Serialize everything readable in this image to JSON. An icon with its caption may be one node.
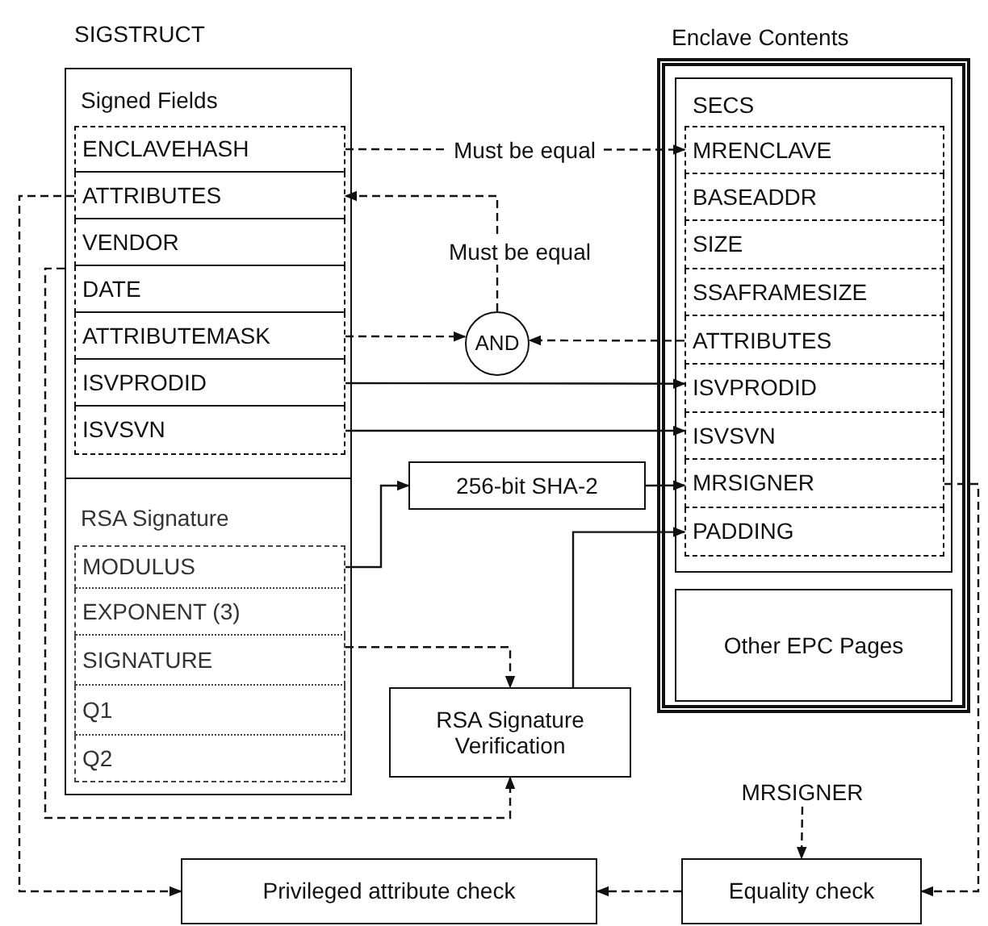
{
  "diagram": {
    "nodes": [
      {
        "text": [
          "SIGSTRUCT"
        ]
      },
      {
        "text": [
          "Signed Fields"
        ],
        "in": 0
      },
      {
        "text": [
          "ENCLAVEHASH"
        ],
        "in": 1
      },
      {
        "text": [
          "ATTRIBUTES"
        ],
        "in": 1
      },
      {
        "text": [
          "VENDOR"
        ],
        "in": 1
      },
      {
        "text": [
          "DATE"
        ],
        "in": 1
      },
      {
        "text": [
          "ATTRIBUTEMASK"
        ],
        "in": 1
      },
      {
        "text": [
          "ISVPRODID"
        ],
        "in": 1
      },
      {
        "text": [
          "ISVSVN"
        ],
        "in": 1
      },
      {
        "text": [
          "RSA Signature"
        ],
        "in": 0
      },
      {
        "text": [
          "MODULUS"
        ],
        "in": 9
      },
      {
        "text": [
          "EXPONENT (3)"
        ],
        "in": 9
      },
      {
        "text": [
          "SIGNATURE"
        ],
        "in": 9
      },
      {
        "text": [
          "Q1"
        ],
        "in": 9
      },
      {
        "text": [
          "Q2"
        ],
        "in": 9
      },
      {
        "text": [
          "Enclave Contents"
        ]
      },
      {
        "text": [
          "SECS"
        ],
        "in": 15
      },
      {
        "text": [
          "MRENCLAVE"
        ],
        "in": 16
      },
      {
        "text": [
          "BASEADDR"
        ],
        "in": 16
      },
      {
        "text": [
          "SIZE"
        ],
        "in": 16
      },
      {
        "text": [
          "SSAFRAMESIZE"
        ],
        "in": 16
      },
      {
        "text": [
          "ATTRIBUTES"
        ],
        "in": 16
      },
      {
        "text": [
          "ISVPRODID"
        ],
        "in": 16
      },
      {
        "text": [
          "ISVSVN"
        ],
        "in": 16
      },
      {
        "text": [
          "MRSIGNER"
        ],
        "in": 16
      },
      {
        "text": [
          "PADDING"
        ],
        "in": 16
      },
      {
        "text": [
          "Other EPC Pages"
        ],
        "in": 15
      },
      {
        "text": [
          "AND"
        ]
      },
      {
        "text": [
          "256-bit SHA-2"
        ]
      },
      {
        "text": [
          "RSA Signature Verification"
        ]
      },
      {
        "text": [
          "MRSIGNER"
        ]
      },
      {
        "text": [
          "Privileged attribute check"
        ]
      },
      {
        "text": [
          "Equality check"
        ]
      }
    ],
    "edges": [
      {
        "from": 2,
        "to": 17,
        "arrow": "to",
        "label": "Must be equal",
        "style": "dashed"
      },
      {
        "from": 27,
        "to": 3,
        "arrow": "to",
        "label": "Must be equal",
        "style": "dashed"
      },
      {
        "from": 6,
        "to": 27,
        "arrow": "to",
        "style": "dashed"
      },
      {
        "from": 21,
        "to": 27,
        "arrow": "to",
        "style": "dashed"
      },
      {
        "from": 7,
        "to": 22,
        "arrow": "to"
      },
      {
        "from": 8,
        "to": 23,
        "arrow": "to"
      },
      {
        "from": 10,
        "to": 28,
        "arrow": "to"
      },
      {
        "from": 28,
        "to": 24,
        "arrow": "to"
      },
      {
        "from": 29,
        "to": 25,
        "arrow": "to"
      },
      {
        "from": 12,
        "to": 29,
        "arrow": "to",
        "style": "dashed"
      },
      {
        "from": 1,
        "to": 29,
        "arrow": "to",
        "style": "dashed"
      },
      {
        "from": 3,
        "to": 31,
        "arrow": "to",
        "style": "dashed"
      },
      {
        "from": 30,
        "to": 32,
        "arrow": "to",
        "style": "dashed"
      },
      {
        "from": 32,
        "to": 31,
        "arrow": "to",
        "style": "dashed"
      },
      {
        "from": 24,
        "to": 32,
        "arrow": "to",
        "style": "dashed"
      }
    ]
  }
}
